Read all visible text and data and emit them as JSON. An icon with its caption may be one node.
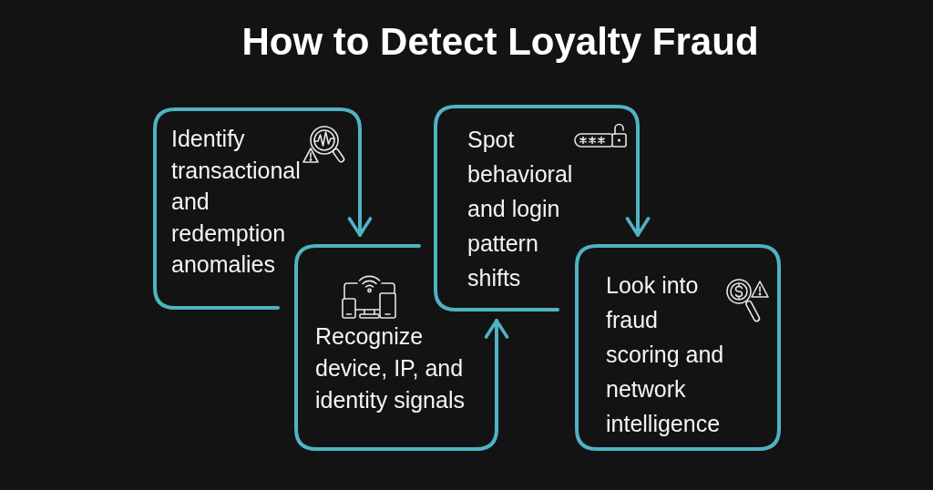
{
  "diagram": {
    "title": "How to Detect Loyalty Fraud",
    "nodes": [
      {
        "text": [
          "Identify transactional and redemption anomalies"
        ]
      },
      {
        "text": [
          "Recognize device, IP, and identity signals"
        ]
      },
      {
        "text": [
          "Spot behavioral and login pattern shifts"
        ]
      },
      {
        "text": [
          "Look into fraud scoring and network intelligence"
        ]
      }
    ],
    "edges": [
      {
        "from": 0,
        "to": 1,
        "arrow": "to"
      },
      {
        "from": 1,
        "to": 2,
        "arrow": "to"
      },
      {
        "from": 2,
        "to": 3,
        "arrow": "to"
      }
    ]
  }
}
